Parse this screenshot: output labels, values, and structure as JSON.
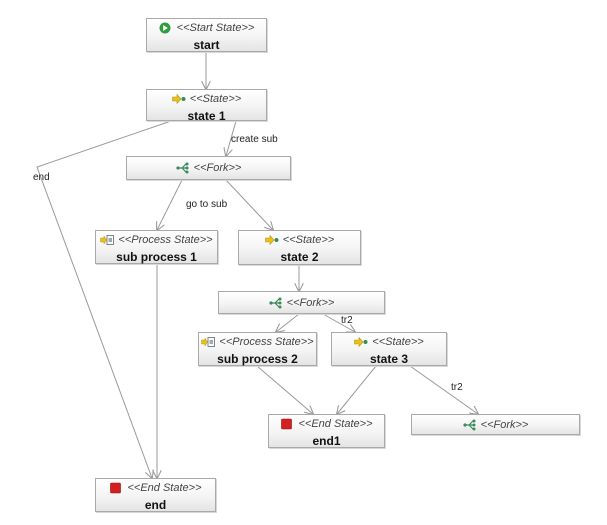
{
  "nodes": {
    "start": {
      "stereotype": "<<Start State>>",
      "name": "start",
      "icon": "start-state-icon"
    },
    "state1": {
      "stereotype": "<<State>>",
      "name": "state 1",
      "icon": "state-icon"
    },
    "fork1": {
      "stereotype": "<<Fork>>",
      "name": "",
      "icon": "fork-icon"
    },
    "subproc1": {
      "stereotype": "<<Process State>>",
      "name": "sub process 1",
      "icon": "process-state-icon"
    },
    "state2": {
      "stereotype": "<<State>>",
      "name": "state 2",
      "icon": "state-icon"
    },
    "fork2": {
      "stereotype": "<<Fork>>",
      "name": "",
      "icon": "fork-icon"
    },
    "subproc2": {
      "stereotype": "<<Process State>>",
      "name": "sub process 2",
      "icon": "process-state-icon"
    },
    "state3": {
      "stereotype": "<<State>>",
      "name": "state 3",
      "icon": "state-icon"
    },
    "end1": {
      "stereotype": "<<End State>>",
      "name": "end1",
      "icon": "end-state-icon"
    },
    "fork3": {
      "stereotype": "<<Fork>>",
      "name": "",
      "icon": "fork-icon"
    },
    "end": {
      "stereotype": "<<End State>>",
      "name": "end",
      "icon": "end-state-icon"
    }
  },
  "transitions": {
    "create_sub": "create sub",
    "end": "end",
    "go_to_sub": "go to sub",
    "tr2_a": "tr2",
    "tr2_b": "tr2"
  },
  "colors": {
    "start_icon": "#2e9e3e",
    "end_icon": "#d42020",
    "state_icon": "#e8c21a",
    "fork_icon": "#3a8a5a",
    "edge": "#9a9a9a"
  }
}
